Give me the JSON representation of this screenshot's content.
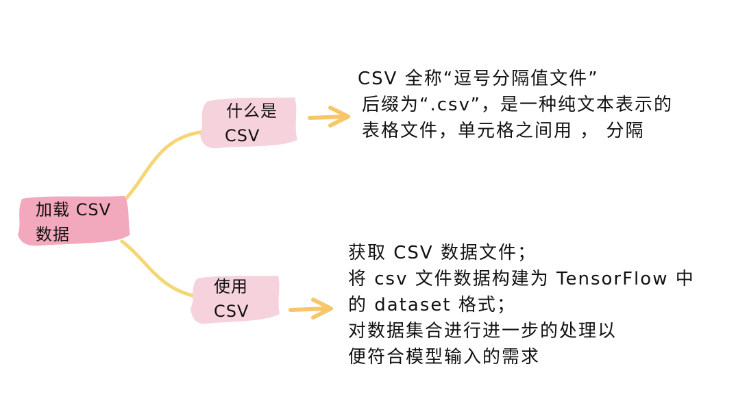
{
  "colors": {
    "root_fill": "#f3a9bd",
    "branch_fill": "#f6d2dc",
    "connector": "#f5d677",
    "arrow": "#f7c66a",
    "text": "#111111"
  },
  "root": {
    "line1": "加载 CSV",
    "line2": "数据"
  },
  "branches": [
    {
      "line1": "什么是",
      "line2": "CSV",
      "desc_lines": [
        "CSV 全称“逗号分隔值文件”",
        "后缀为“.csv”，是一种纯文本表示的",
        "表格文件，单元格之间用 ， 分隔"
      ]
    },
    {
      "line1": "使用",
      "line2": "CSV",
      "desc_lines": [
        "获取 CSV 数据文件；",
        "将 csv 文件数据构建为 TensorFlow 中",
        "的 dataset 格式；",
        "对数据集合进行进一步的处理以",
        "便符合模型输入的需求"
      ]
    }
  ]
}
